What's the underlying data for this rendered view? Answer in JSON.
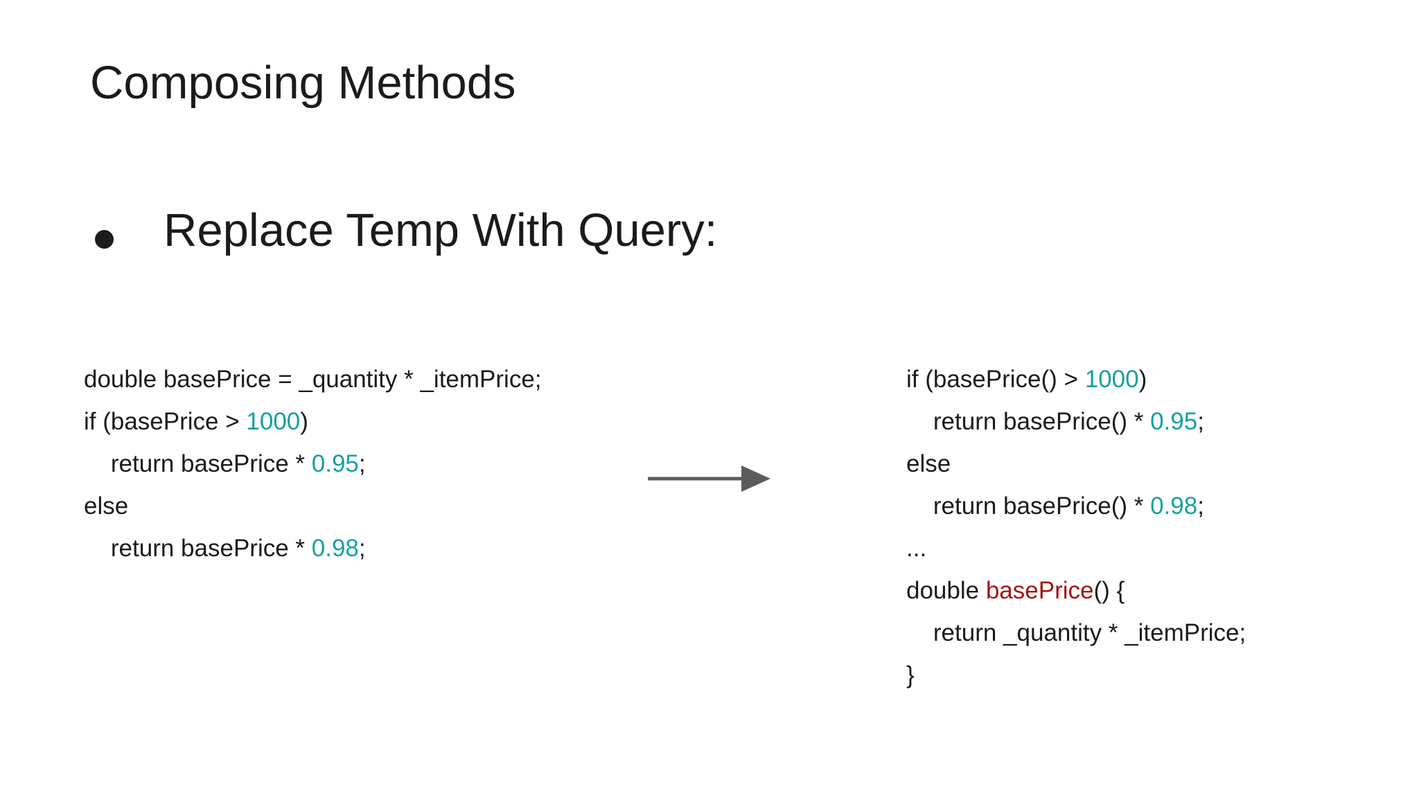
{
  "slide": {
    "title": "Composing Methods",
    "bullet": {
      "marker": "●",
      "label": "Replace Temp With Query:"
    },
    "colors": {
      "background": "#FFFFFF",
      "text": "#1B1B1B",
      "number": "#16A0A0",
      "method": "#A31515",
      "arrow": "#5C5C5C"
    },
    "arrow_icon": "right-arrow",
    "code_before": {
      "lines": [
        {
          "segments": [
            {
              "text": "double basePrice = _quantity * _itemPrice;",
              "color": "default"
            }
          ]
        },
        {
          "segments": [
            {
              "text": "if (basePrice > ",
              "color": "default"
            },
            {
              "text": "1000",
              "color": "number"
            },
            {
              "text": ")",
              "color": "default"
            }
          ]
        },
        {
          "segments": [
            {
              "text": "    return basePrice * ",
              "color": "default"
            },
            {
              "text": "0.95",
              "color": "number"
            },
            {
              "text": ";",
              "color": "default"
            }
          ]
        },
        {
          "segments": [
            {
              "text": "else",
              "color": "default"
            }
          ]
        },
        {
          "segments": [
            {
              "text": "    return basePrice * ",
              "color": "default"
            },
            {
              "text": "0.98",
              "color": "number"
            },
            {
              "text": ";",
              "color": "default"
            }
          ]
        }
      ]
    },
    "code_after": {
      "lines": [
        {
          "segments": [
            {
              "text": "if (basePrice() > ",
              "color": "default"
            },
            {
              "text": "1000",
              "color": "number"
            },
            {
              "text": ")",
              "color": "default"
            }
          ]
        },
        {
          "segments": [
            {
              "text": "    return basePrice() * ",
              "color": "default"
            },
            {
              "text": "0.95",
              "color": "number"
            },
            {
              "text": ";",
              "color": "default"
            }
          ]
        },
        {
          "segments": [
            {
              "text": "else",
              "color": "default"
            }
          ]
        },
        {
          "segments": [
            {
              "text": "    return basePrice() * ",
              "color": "default"
            },
            {
              "text": "0.98",
              "color": "number"
            },
            {
              "text": ";",
              "color": "default"
            }
          ]
        },
        {
          "segments": [
            {
              "text": "...",
              "color": "default"
            }
          ]
        },
        {
          "segments": [
            {
              "text": "double ",
              "color": "default"
            },
            {
              "text": "basePrice",
              "color": "method"
            },
            {
              "text": "() {",
              "color": "default"
            }
          ]
        },
        {
          "segments": [
            {
              "text": "    return _quantity * _itemPrice;",
              "color": "default"
            }
          ]
        },
        {
          "segments": [
            {
              "text": "}",
              "color": "default"
            }
          ]
        }
      ]
    }
  }
}
